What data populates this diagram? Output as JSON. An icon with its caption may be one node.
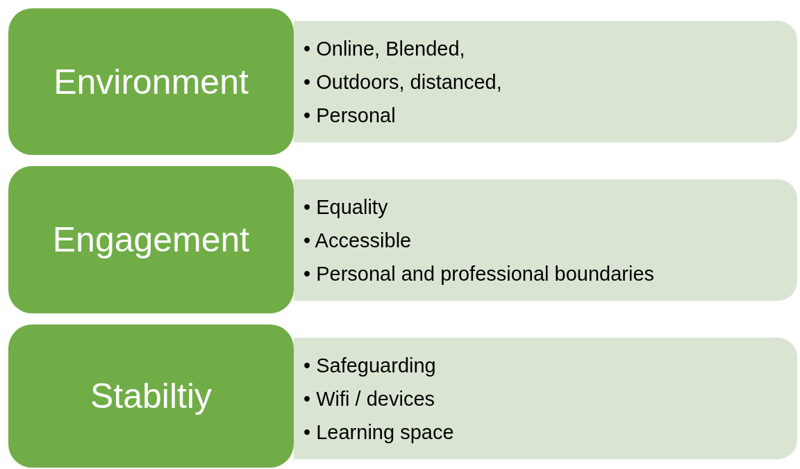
{
  "diagram": {
    "nodes": [
      {
        "text": [
          "Environment"
        ]
      },
      {
        "text": [
          "• Online, Blended,",
          "• Outdoors, distanced,",
          "• Personal"
        ]
      },
      {
        "text": [
          "Engagement"
        ]
      },
      {
        "text": [
          "• Equality",
          "• Accessible",
          "• Personal and professional boundaries"
        ]
      },
      {
        "text": [
          "Stabiltiy"
        ]
      },
      {
        "text": [
          "• Safeguarding",
          "• Wifi / devices",
          "• Learning space"
        ]
      }
    ]
  }
}
